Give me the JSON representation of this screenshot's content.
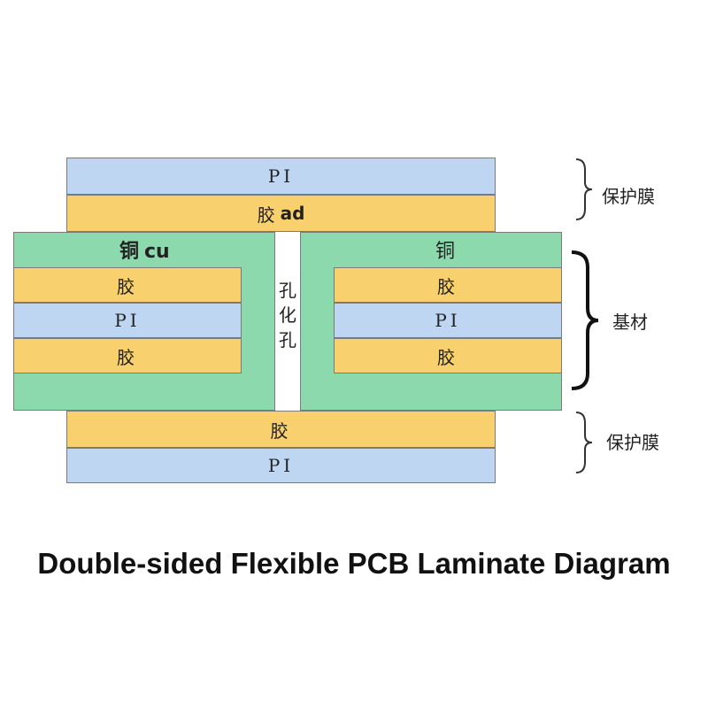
{
  "top_cover": {
    "pi_label": "PI",
    "glue_label": "胶",
    "glue_suffix": "ad",
    "brace_label": "保护膜"
  },
  "core": {
    "left_copper_label": "铜",
    "left_copper_suffix": "cu",
    "right_copper_label": "铜",
    "left_stack": [
      "胶",
      "PI",
      "胶"
    ],
    "right_stack": [
      "胶",
      "PI",
      "胶"
    ],
    "hole_chars": [
      "孔",
      "化",
      "孔"
    ],
    "brace_label": "基材"
  },
  "bottom_cover": {
    "glue_label": "胶",
    "pi_label": "PI",
    "brace_label": "保护膜"
  },
  "title": "Double-sided Flexible PCB Laminate Diagram",
  "colors": {
    "pi": "#bfd6f2",
    "glue": "#f9d06e",
    "copper": "#8dd9ae",
    "border": "#7a7a7a"
  }
}
